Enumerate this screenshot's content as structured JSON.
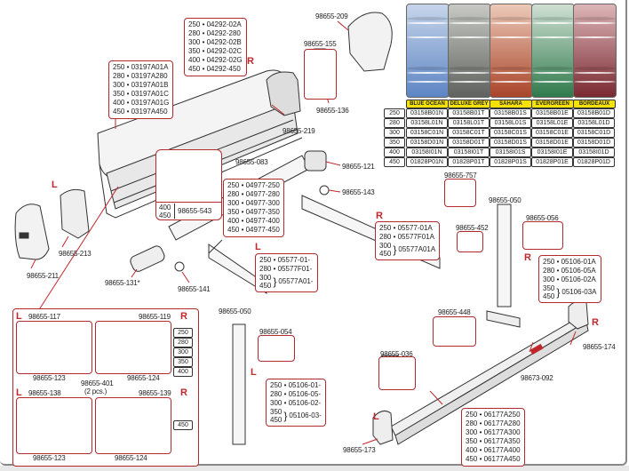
{
  "colors": {
    "accent_red": "#c0272d",
    "label_yellow": "#f5e10a"
  },
  "fabric_colors": {
    "sizes": [
      "250",
      "280",
      "300",
      "350",
      "400",
      "450"
    ],
    "columns": [
      {
        "name": "BLUE OCEAN",
        "swatch": "#7f9fcf",
        "codes": [
          "03158B01N",
          "03158L01N",
          "03158C01N",
          "03158D01N",
          "03158I01N",
          "01828P01N"
        ]
      },
      {
        "name": "DELUXE GREY",
        "swatch": "#7a7d78",
        "codes": [
          "03158B01T",
          "03158L01T",
          "03158C01T",
          "03158D01T",
          "03158I01T",
          "01828P01T"
        ]
      },
      {
        "name": "SAHARA",
        "swatch": "#c8663f",
        "codes": [
          "03158B01S",
          "03158L01S",
          "03158C01S",
          "03158D01S",
          "03158I01S",
          "01828P01S"
        ]
      },
      {
        "name": "EVERGREEN",
        "swatch": "#5f9a74",
        "codes": [
          "03158B01E",
          "03158L01E",
          "03158C01E",
          "03158D01E",
          "03158I01E",
          "01828P01E"
        ]
      },
      {
        "name": "BORDEAUX",
        "swatch": "#a5494f",
        "codes": [
          "03158B01D",
          "03158L01D",
          "03158C01D",
          "03158D01D",
          "03158I01D",
          "01828P01D"
        ]
      }
    ]
  },
  "code_boxes": {
    "housing_cover": [
      "250 • 04292-02A",
      "280 • 04292-280",
      "300 • 04292-02B",
      "350 • 04292-02C",
      "400 • 04292-02G",
      "450 • 04292-450"
    ],
    "case": [
      "250 • 03197A01A",
      "280 • 03197A280",
      "300 • 03197A01B",
      "350 • 03197A01C",
      "400 • 03197A01G",
      "450 • 03197A450"
    ],
    "roller_tube": [
      "250 • 04977-250",
      "280 • 04977-280",
      "300 • 04977-300",
      "350 • 04977-350",
      "400 • 04977-400",
      "450 • 04977-450"
    ],
    "bracket_543": {
      "sizes": [
        "400",
        "450"
      ],
      "code": "98655-543"
    },
    "arm_right": {
      "lines": [
        "250 • 05577-01A",
        "280 • 05577F01A"
      ],
      "group_sizes": [
        "300",
        "450"
      ],
      "group_code": "05577A01A"
    },
    "arm_left": {
      "lines": [
        "250 • 05577-01-",
        "280 • 05577F01-"
      ],
      "group_sizes": [
        "300",
        "450"
      ],
      "group_code": "05577A01-"
    },
    "leg_right": {
      "lines": [
        "250 • 05106-01A",
        "280 • 05106-05A",
        "300 • 05106-02A"
      ],
      "group_sizes": [
        "350",
        "450"
      ],
      "group_code": "05106-03A"
    },
    "leg_left": {
      "lines": [
        "250 • 05106-01-",
        "280 • 05106-05-",
        "300 • 05106-02-"
      ],
      "group_sizes": [
        "350",
        "450"
      ],
      "group_code": "05106-03-"
    },
    "front_rail": [
      "250 • 06177A250",
      "280 • 06177A280",
      "300 • 06177A300",
      "350 • 06177A350",
      "400 • 06177A400",
      "450 • 06177A450"
    ]
  },
  "part_labels": {
    "p209": "98655-209",
    "p155": "98655-155",
    "p136": "98655-136",
    "p219": "98655-219",
    "p083": "98655-083",
    "p121": "98655-121",
    "p143": "98655-143",
    "p213": "98655-213",
    "p211": "98655-211",
    "p131": "98655-131*",
    "p141": "98655-141",
    "p757": "98655-757",
    "p050a": "98655-050",
    "p056": "98655-056",
    "p452": "98655-452",
    "p050b": "98655-050",
    "p054": "98655-054",
    "p448": "98655-448",
    "p036": "98655-036",
    "p174": "98655-174",
    "p092": "98673-092",
    "p173": "98655-173"
  },
  "side_markers": {
    "L": "L",
    "R": "R"
  },
  "end_caps_panel": {
    "top_left": "98655-117",
    "top_right": "98655-119",
    "top_left_sub": "98655-123",
    "top_right_sub": "98655-124",
    "shared": "98655-401",
    "shared_note": "(2 pcs.)",
    "bottom_left": "98655-138",
    "bottom_right": "98655-139",
    "bottom_left_sub": "98655-123",
    "bottom_right_sub": "98655-124",
    "sizes_top": [
      "250",
      "280",
      "300",
      "350",
      "400"
    ],
    "sizes_bottom": [
      "450"
    ]
  }
}
